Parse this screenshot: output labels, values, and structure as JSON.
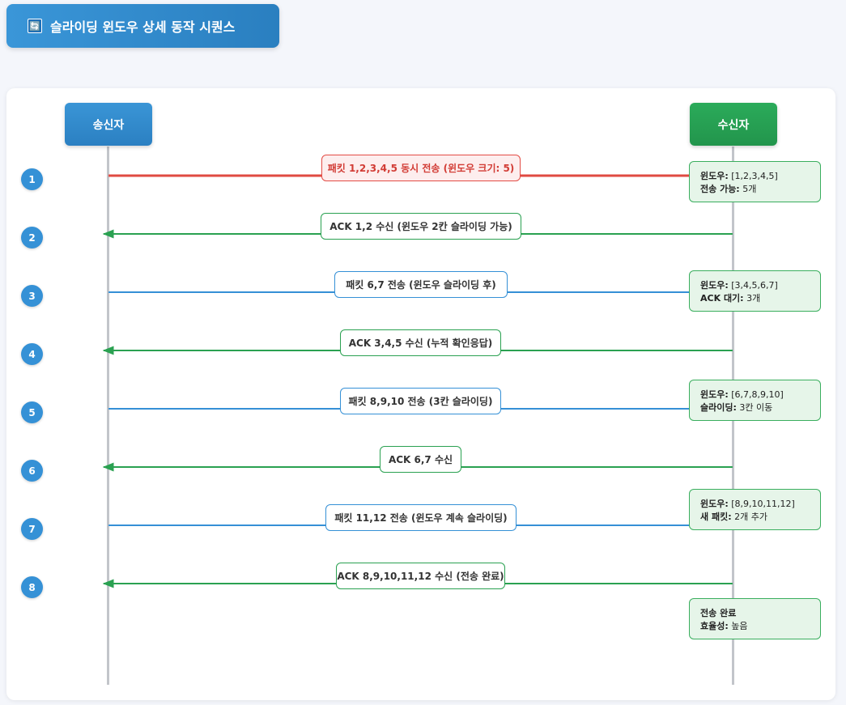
{
  "title": {
    "icon": "🔄",
    "text": "슬라이딩 윈도우 상세 동작 시퀀스"
  },
  "actors": {
    "sender": "송신자",
    "receiver": "수신자"
  },
  "colors": {
    "send_first": "#e04a42",
    "send": "#3590d6",
    "ack": "#2aa151"
  },
  "steps": [
    {
      "num": "1",
      "label": "패킷 1,2,3,4,5 동시 전송 (윈도우 크기: 5)",
      "kind": "send-first"
    },
    {
      "num": "2",
      "label": "ACK 1,2 수신 (윈도우 2칸 슬라이딩 가능)",
      "kind": "ack"
    },
    {
      "num": "3",
      "label": "패킷 6,7 전송 (윈도우 슬라이딩 후)",
      "kind": "send"
    },
    {
      "num": "4",
      "label": "ACK 3,4,5 수신 (누적 확인응답)",
      "kind": "ack"
    },
    {
      "num": "5",
      "label": "패킷 8,9,10 전송 (3칸 슬라이딩)",
      "kind": "send"
    },
    {
      "num": "6",
      "label": "ACK 6,7 수신",
      "kind": "ack"
    },
    {
      "num": "7",
      "label": "패킷 11,12 전송 (윈도우 계속 슬라이딩)",
      "kind": "send"
    },
    {
      "num": "8",
      "label": "ACK 8,9,10,11,12 수신 (전송 완료)",
      "kind": "ack"
    }
  ],
  "notes": [
    {
      "k1": "윈도우:",
      "v1": " [1,2,3,4,5]",
      "k2": "전송 가능:",
      "v2": " 5개"
    },
    {
      "k1": "윈도우:",
      "v1": " [3,4,5,6,7]",
      "k2": "ACK 대기:",
      "v2": " 3개"
    },
    {
      "k1": "윈도우:",
      "v1": " [6,7,8,9,10]",
      "k2": "슬라이딩:",
      "v2": " 3칸 이동"
    },
    {
      "k1": "윈도우:",
      "v1": " [8,9,10,11,12]",
      "k2": "새 패킷:",
      "v2": " 2개 추가"
    },
    {
      "k1": "전송 완료",
      "v1": "",
      "k2": "효율성:",
      "v2": " 높음"
    }
  ]
}
